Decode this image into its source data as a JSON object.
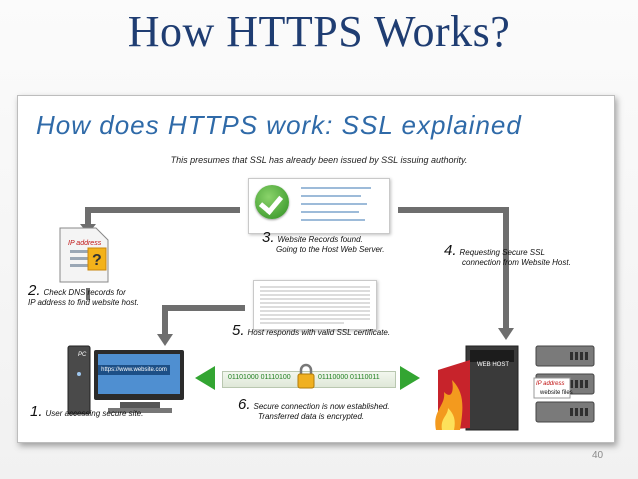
{
  "slide": {
    "title": "How HTTPS Works?",
    "page_number": "40"
  },
  "diagram": {
    "heading": "How does HTTPS work: SSL explained",
    "subtitle": "This presumes that SSL has already been issued by SSL issuing authority.",
    "steps": [
      {
        "num": "1.",
        "text": "User accessing secure site."
      },
      {
        "num": "2.",
        "text": "Check DNS records for",
        "text2": "IP address to find website host."
      },
      {
        "num": "3.",
        "text": "Website Records found.",
        "text2": "Going to the Host Web Server."
      },
      {
        "num": "4.",
        "text": "Requesting Secure SSL",
        "text2": "connection from Website Host."
      },
      {
        "num": "5.",
        "text": "Host responds with valid SSL certificate."
      },
      {
        "num": "6.",
        "text": "Secure connection is now established.",
        "text2": "Transferred data is encrypted."
      }
    ],
    "labels": {
      "doc_ip": "IP address",
      "pc": "PC",
      "url": "https://www.website.com",
      "web_host": "WEB HOST",
      "server_ip": "IP address",
      "website_files": "website files",
      "binary_left": "01101000 01110100",
      "binary_right": "01110000 01110011"
    }
  },
  "colors": {
    "slide_title": "#1f3d72",
    "heading": "#2f6aa8",
    "arrow_gray": "#6e6e6e",
    "arrow_green": "#33a532",
    "ip_red": "#c01414"
  }
}
